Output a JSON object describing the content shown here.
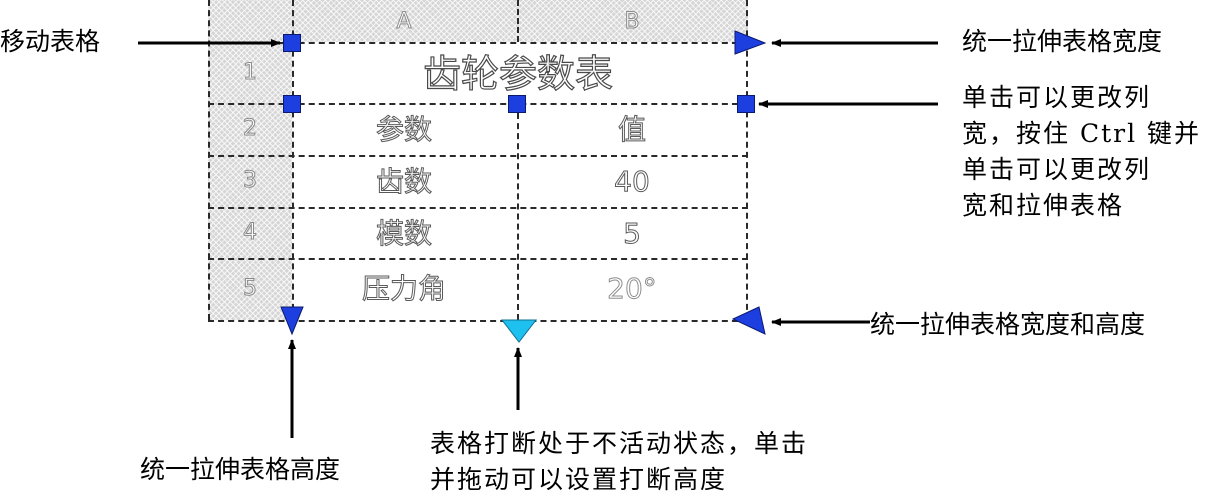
{
  "table": {
    "title": "齿轮参数表",
    "col_letters": [
      "A",
      "B"
    ],
    "row_numbers": [
      "1",
      "2",
      "3",
      "4",
      "5"
    ],
    "header": [
      "参数",
      "值"
    ],
    "rows": [
      [
        "齿数",
        "40"
      ],
      [
        "模数",
        "5"
      ],
      [
        "压力角",
        "20°"
      ]
    ]
  },
  "annotations": {
    "move_table": "移动表格",
    "stretch_width": "统一拉伸表格宽度",
    "column_width": "单击可以更改列\n宽，按住 Ctrl 键并\n单击可以更改列\n宽和拉伸表格",
    "stretch_width_height": "统一拉伸表格宽度和高度",
    "stretch_height": "统一拉伸表格高度",
    "break_table": "表格打断处于不活动状态，单击\n并拖动可以设置打断高度"
  },
  "colors": {
    "grip_blue": "#1d3fe0",
    "break_cyan": "#1ec0f0",
    "header_hatch": "#d6d6d6"
  },
  "icons": [
    "move-grip-icon",
    "stretch-width-arrow-icon",
    "column-width-grip-icon",
    "stretch-width-height-arrow-icon",
    "stretch-height-arrow-icon",
    "table-break-arrow-icon"
  ]
}
